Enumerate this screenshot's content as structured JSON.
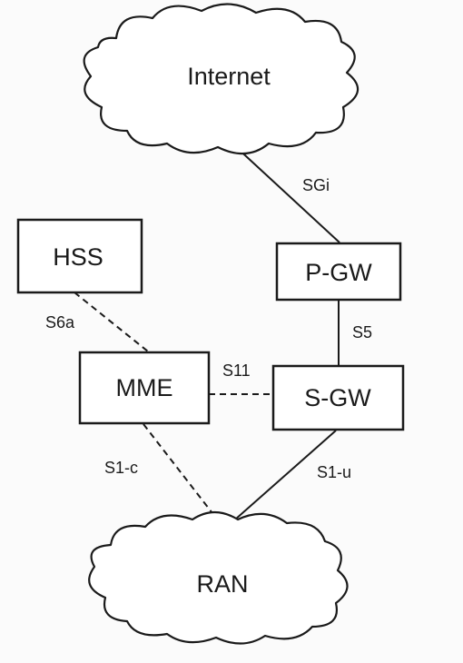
{
  "nodes": {
    "internet": "Internet",
    "ran": "RAN",
    "hss": "HSS",
    "pgw": "P-GW",
    "mme": "MME",
    "sgw": "S-GW"
  },
  "interfaces": {
    "sgi": "SGi",
    "s6a": "S6a",
    "s5": "S5",
    "s11": "S11",
    "s1c": "S1-c",
    "s1u": "S1-u"
  }
}
